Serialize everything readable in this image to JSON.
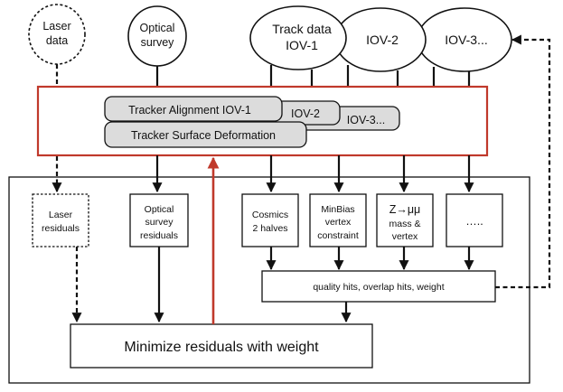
{
  "inputs": {
    "laser": [
      "Laser",
      "data"
    ],
    "optical": [
      "Optical",
      "survey"
    ],
    "track": [
      "Track data",
      "IOV-1"
    ],
    "iov2": "IOV-2",
    "iov3": "IOV-3..."
  },
  "alignment": {
    "row1": "Tracker Alignment  IOV-1",
    "row1_iov2": "IOV-2",
    "row1_iov3": "IOV-3...",
    "row2": "Tracker Surface Deformation"
  },
  "residuals": {
    "laser": [
      "Laser",
      "residuals"
    ],
    "optical": [
      "Optical",
      "survey",
      "residuals"
    ],
    "cosmics": [
      "Cosmics",
      "2 halves"
    ],
    "minbias": [
      "MinBias",
      "vertex",
      "constraint"
    ],
    "zmumu": [
      "Z→μμ",
      "mass &",
      "vertex"
    ],
    "more": "….."
  },
  "quality": "quality hits, overlap hits, weight",
  "minimize": "Minimize residuals with weight",
  "colors": {
    "accent": "#c0392b",
    "box_fill": "#dcdcdc",
    "line": "#111111"
  }
}
